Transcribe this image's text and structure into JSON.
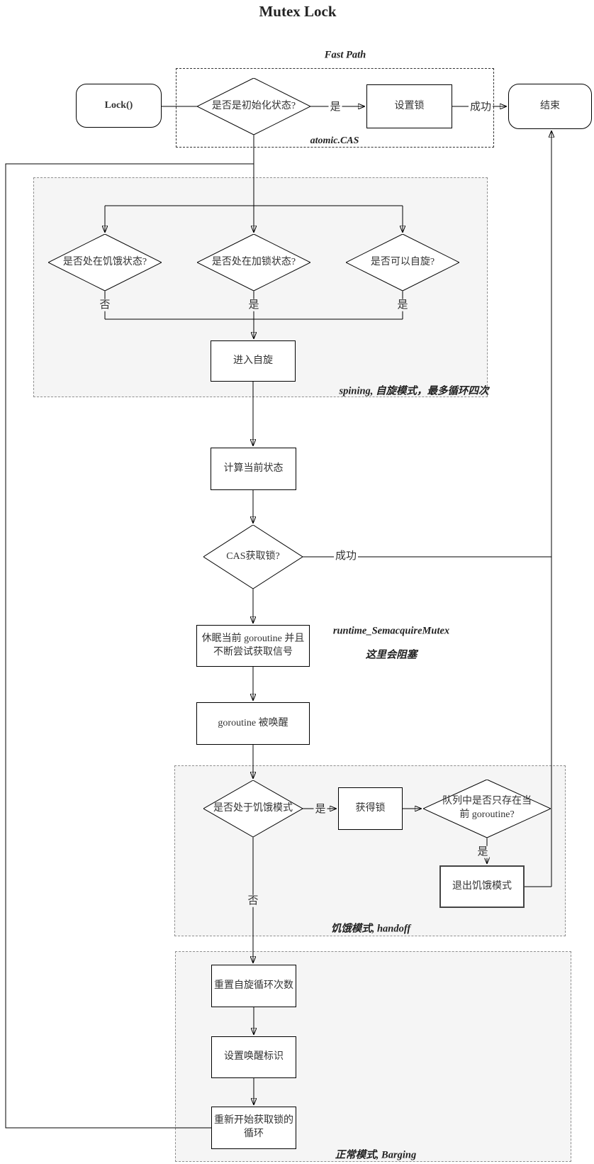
{
  "title": "Mutex Lock",
  "sections": {
    "fast_path": {
      "label": "Fast Path",
      "sublabel": "atomic.CAS"
    },
    "spin": {
      "label": "spining, 自旋模式，最多循环四次"
    },
    "starvation": {
      "label": "饥饿模式, handoff"
    },
    "normal": {
      "label": "正常模式, Barging"
    }
  },
  "annotations": {
    "runtime": "runtime_SemacquireMutex",
    "block": "这里会阻塞"
  },
  "nodes": {
    "lock": "Lock()",
    "d_init": "是否是初始化状态?",
    "set_lock": "设置锁",
    "end": "结束",
    "d_starve_state": "是否处在饥饿状态?",
    "d_locked_state": "是否处在加锁状态?",
    "d_can_spin": "是否可以自旋?",
    "enter_spin": "进入自旋",
    "calc_state": "计算当前状态",
    "d_cas": "CAS获取锁?",
    "sleep": "休眠当前 goroutine 并且\n不断尝试获取信号",
    "wake": "goroutine 被唤醒",
    "d_starve_mode": "是否处于饥饿模式",
    "get_lock": "获得锁",
    "d_queue": "队列中是否只存在当\n前 goroutine?",
    "exit_starve": "退出饥饿模式",
    "reset_spin": "重置自旋循环次数",
    "set_wake_flag": "设置唤醒标识",
    "restart_loop": "重新开始获取锁的\n循环"
  },
  "edge_labels": {
    "yes": "是",
    "no": "否",
    "success": "成功"
  },
  "colors": {
    "line": "#000000",
    "section_bg": "#f5f5f5",
    "section_border": "#8f8f8f",
    "node_bg": "#ffffff",
    "text": "#333333"
  }
}
